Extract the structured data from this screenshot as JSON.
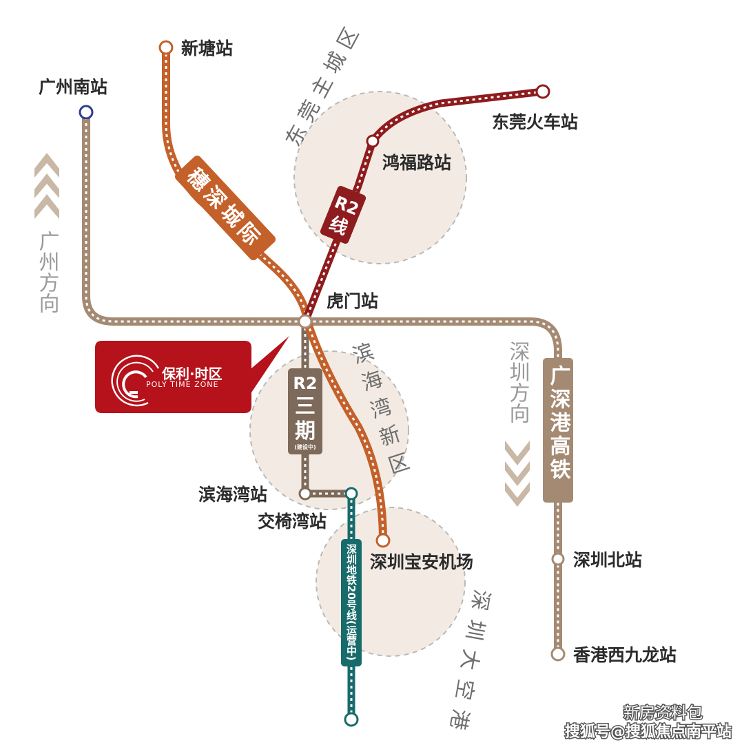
{
  "colors": {
    "gaotie": "#a58a73",
    "intercity": "#c4602a",
    "r2": "#8e1c1e",
    "r2_phase3": "#7d6a5a",
    "line20": "#176b6b",
    "area_fill": "#f3ebe3",
    "brand_red": "#b5121b"
  },
  "stations": {
    "xintang": "新塘站",
    "guangzhou_south": "广州南站",
    "dongguan_train": "东莞火车站",
    "hongfu_road": "鸿福路站",
    "humen": "虎门站",
    "binhaiwan": "滨海湾站",
    "jiaoyiwan": "交椅湾站",
    "shenzhen_airport": "深圳宝安机场",
    "shenzhen_north": "深圳北站",
    "hk_west_kowloon": "香港西九龙站"
  },
  "lines": {
    "intercity": "穗深城际",
    "r2_line": [
      "R2",
      "线"
    ],
    "r2_phase3": [
      "R2",
      "三",
      "期",
      "(建设中)"
    ],
    "gaotie": "广深港高铁",
    "line20": "深圳地铁20号线(运营中)"
  },
  "areas": {
    "dongguan_core": "东莞主城区",
    "binhaiwan_new": "滨海湾新区",
    "shenzhen_airport_area": "深圳大空港"
  },
  "directions": {
    "guangzhou": "广州方向",
    "shenzhen": "深圳方向"
  },
  "brand": {
    "name_cn": "保利·时区",
    "name_en": "POLY TIME ZONE"
  },
  "watermark": {
    "line1": "新房资料包",
    "line2": "搜狐号@搜狐焦点南平站"
  }
}
